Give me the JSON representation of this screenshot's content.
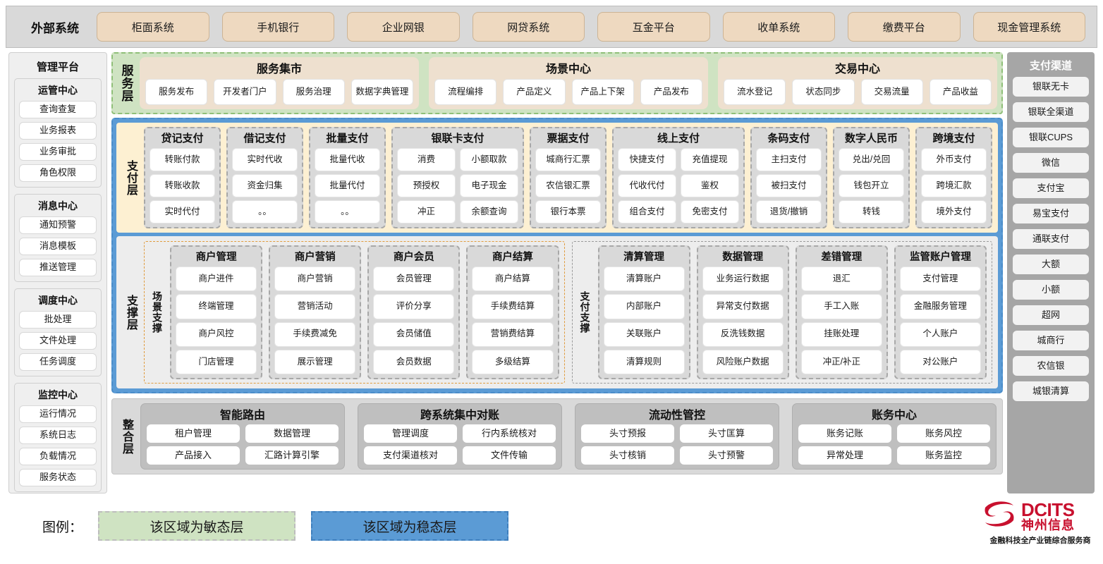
{
  "external": {
    "title": "外部系统",
    "items": [
      "柜面系统",
      "手机银行",
      "企业网银",
      "网贷系统",
      "互金平台",
      "收单系统",
      "缴费平台",
      "现金管理系统"
    ]
  },
  "management": {
    "title": "管理平台",
    "groups": [
      {
        "title": "运管中心",
        "items": [
          "查询查复",
          "业务报表",
          "业务审批",
          "角色权限"
        ]
      },
      {
        "title": "消息中心",
        "items": [
          "通知预警",
          "消息模板",
          "推送管理"
        ]
      },
      {
        "title": "调度中心",
        "items": [
          "批处理",
          "文件处理",
          "任务调度"
        ]
      },
      {
        "title": "监控中心",
        "items": [
          "运行情况",
          "系统日志",
          "负载情况",
          "服务状态"
        ]
      }
    ]
  },
  "channels": {
    "title": "支付渠道",
    "items": [
      "银联无卡",
      "银联全渠道",
      "银联CUPS",
      "微信",
      "支付宝",
      "易宝支付",
      "通联支付",
      "大额",
      "小额",
      "超网",
      "城商行",
      "农信银",
      "城银清算"
    ]
  },
  "service_layer": {
    "label": "服务层",
    "groups": [
      {
        "title": "服务集市",
        "items": [
          "服务发布",
          "开发者门户",
          "服务治理",
          "数据字典管理"
        ]
      },
      {
        "title": "场景中心",
        "items": [
          "流程编排",
          "产品定义",
          "产品上下架",
          "产品发布"
        ]
      },
      {
        "title": "交易中心",
        "items": [
          "流水登记",
          "状态同步",
          "交易流量",
          "产品收益"
        ]
      }
    ]
  },
  "pay_layer": {
    "label": "支付层",
    "groups": [
      {
        "title": "贷记支付",
        "cols": 1,
        "rows": [
          [
            "转账付款"
          ],
          [
            "转账收款"
          ],
          [
            "实时代付"
          ]
        ]
      },
      {
        "title": "借记支付",
        "cols": 1,
        "rows": [
          [
            "实时代收"
          ],
          [
            "资金归集"
          ],
          [
            "。。"
          ]
        ]
      },
      {
        "title": "批量支付",
        "cols": 1,
        "rows": [
          [
            "批量代收"
          ],
          [
            "批量代付"
          ],
          [
            "。。"
          ]
        ]
      },
      {
        "title": "银联卡支付",
        "cols": 2,
        "rows": [
          [
            "消费",
            "小额取款"
          ],
          [
            "预授权",
            "电子现金"
          ],
          [
            "冲正",
            "余额查询"
          ]
        ]
      },
      {
        "title": "票据支付",
        "cols": 1,
        "rows": [
          [
            "城商行汇票"
          ],
          [
            "农信银汇票"
          ],
          [
            "银行本票"
          ]
        ]
      },
      {
        "title": "线上支付",
        "cols": 2,
        "rows": [
          [
            "快捷支付",
            "充值提现"
          ],
          [
            "代收代付",
            "鉴权"
          ],
          [
            "组合支付",
            "免密支付"
          ]
        ]
      },
      {
        "title": "条码支付",
        "cols": 1,
        "rows": [
          [
            "主扫支付"
          ],
          [
            "被扫支付"
          ],
          [
            "退货/撤销"
          ]
        ]
      },
      {
        "title": "数字人民币",
        "cols": 1,
        "rows": [
          [
            "兑出/兑回"
          ],
          [
            "钱包开立"
          ],
          [
            "转钱"
          ]
        ]
      },
      {
        "title": "跨境支付",
        "cols": 1,
        "rows": [
          [
            "外币支付"
          ],
          [
            "跨境汇款"
          ],
          [
            "境外支付"
          ]
        ]
      }
    ]
  },
  "support_layer": {
    "label": "支撑层",
    "zones": [
      {
        "label": "场景支撑",
        "style": "scene",
        "cols": [
          {
            "title": "商户管理",
            "items": [
              "商户进件",
              "终端管理",
              "商户风控",
              "门店管理"
            ]
          },
          {
            "title": "商户营销",
            "items": [
              "商户营销",
              "营销活动",
              "手续费减免",
              "展示管理"
            ]
          },
          {
            "title": "商户会员",
            "items": [
              "会员管理",
              "评价分享",
              "会员储值",
              "会员数据"
            ]
          },
          {
            "title": "商户结算",
            "items": [
              "商户结算",
              "手续费结算",
              "营销费结算",
              "多级结算"
            ]
          }
        ]
      },
      {
        "label": "支付支撑",
        "style": "pay",
        "cols": [
          {
            "title": "清算管理",
            "items": [
              "清算账户",
              "内部账户",
              "关联账户",
              "清算规则"
            ]
          },
          {
            "title": "数据管理",
            "items": [
              "业务运行数据",
              "异常支付数据",
              "反洗钱数据",
              "风险账户数据"
            ]
          },
          {
            "title": "差错管理",
            "items": [
              "退汇",
              "手工入账",
              "挂账处理",
              "冲正/补正"
            ]
          },
          {
            "title": "监管账户管理",
            "items": [
              "支付管理",
              "金融服务管理",
              "个人账户",
              "对公账户"
            ]
          }
        ]
      }
    ]
  },
  "integration_layer": {
    "label": "整合层",
    "groups": [
      {
        "title": "智能路由",
        "rows": [
          [
            "租户管理",
            "数据管理"
          ],
          [
            "产品接入",
            "汇路计算引擎"
          ]
        ]
      },
      {
        "title": "跨系统集中对账",
        "rows": [
          [
            "管理调度",
            "行内系统核对"
          ],
          [
            "支付渠道核对",
            "文件传输"
          ]
        ]
      },
      {
        "title": "流动性管控",
        "rows": [
          [
            "头寸预报",
            "头寸匡算"
          ],
          [
            "头寸核销",
            "头寸预警"
          ]
        ]
      },
      {
        "title": "账务中心",
        "rows": [
          [
            "账务记账",
            "账务风控"
          ],
          [
            "异常处理",
            "账务监控"
          ]
        ]
      }
    ]
  },
  "legend": {
    "label": "图例：",
    "agile": "该区域为敏态层",
    "stable": "该区域为稳态层",
    "agile_color": "#cfe3c2",
    "stable_color": "#5b9bd5"
  },
  "logo": {
    "en": "DCITS",
    "cn": "神州信息",
    "tagline": "金融科技全产业链综合服务商",
    "color": "#c8102e"
  }
}
